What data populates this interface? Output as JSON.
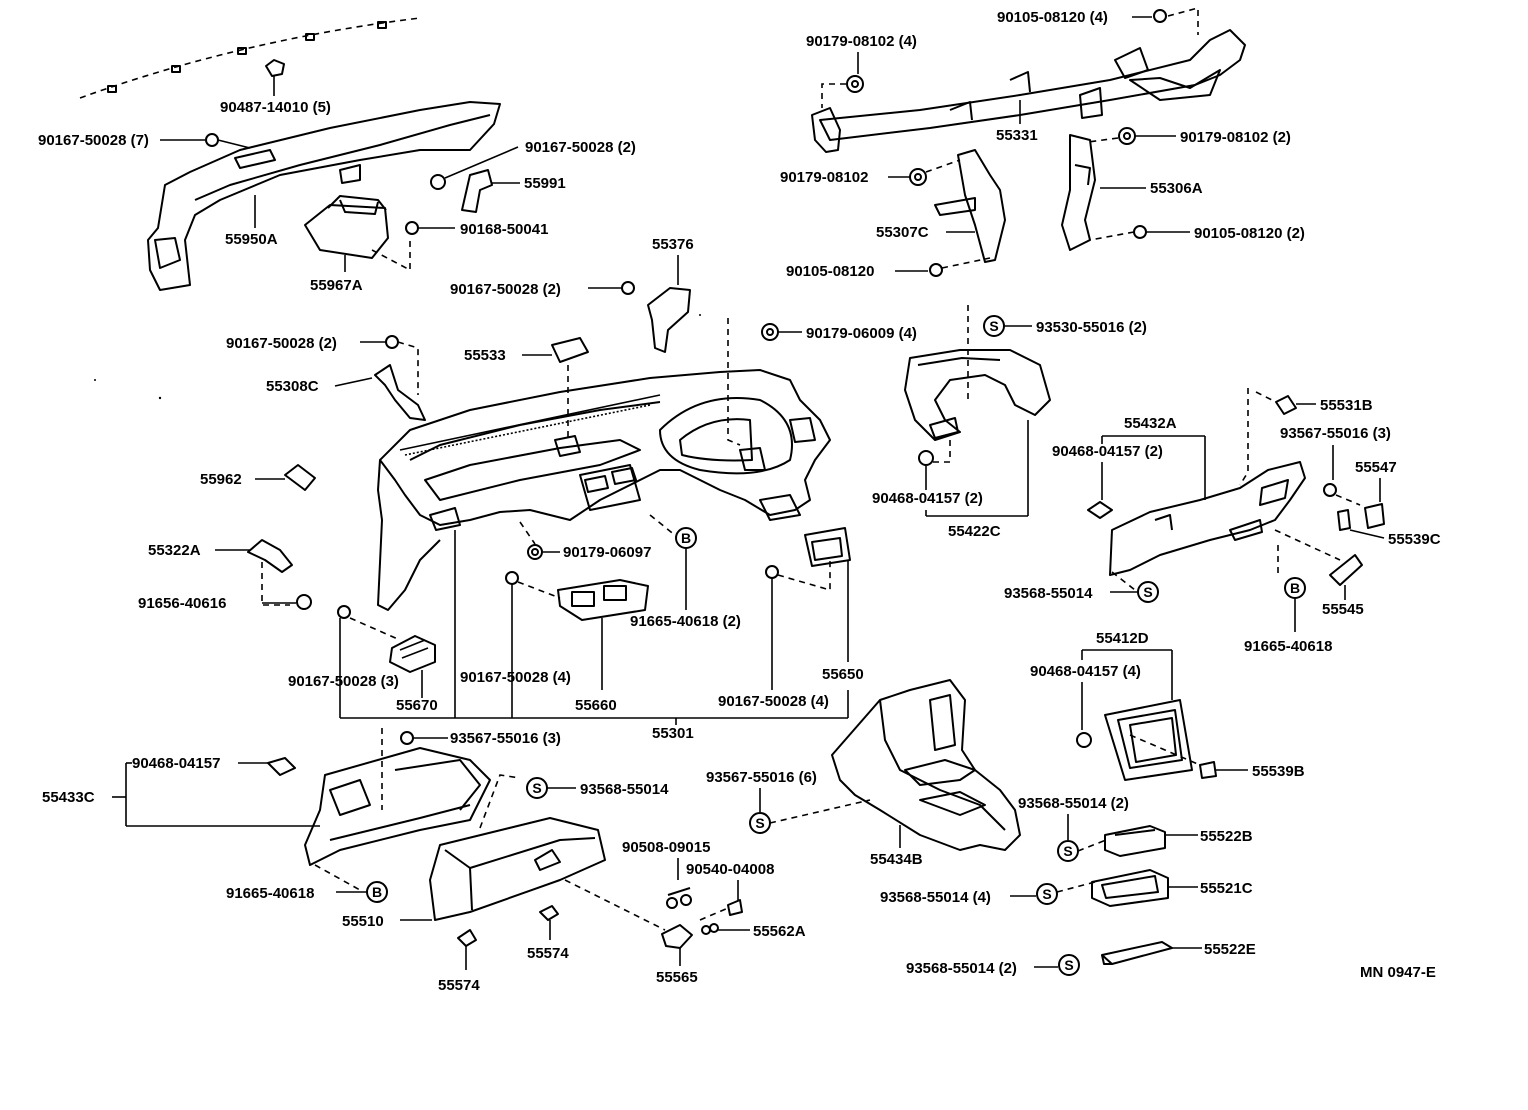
{
  "labels": {
    "p90487_14010": "90487-14010 (5)",
    "p90167_50028_7": "90167-50028 (7)",
    "p90167_50028_2a": "90167-50028 (2)",
    "p55991": "55991",
    "p90168_50041": "90168-50041",
    "p55950A": "55950A",
    "p55967A": "55967A",
    "p90167_50028_2b": "90167-50028 (2)",
    "p55376": "55376",
    "p90167_50028_2c": "90167-50028 (2)",
    "p55533": "55533",
    "p55308C": "55308C",
    "p90179_06009": "90179-06009 (4)",
    "p55962": "55962",
    "p55322A": "55322A",
    "p91656_40616": "91656-40616",
    "p90179_06097": "90179-06097",
    "p91665_40618_2": "91665-40618 (2)",
    "p90167_50028_3": "90167-50028 (3)",
    "p55670": "55670",
    "p90167_50028_4": "90167-50028 (4)",
    "p55660": "55660",
    "p90167_50028_4b": "90167-50028 (4)",
    "p55650": "55650",
    "p55301": "55301",
    "p93567_55016_3": "93567-55016 (3)",
    "p90468_04157_a": "90468-04157",
    "p55433C": "55433C",
    "p93568_55014_a": "93568-55014",
    "p91665_40618_a": "91665-40618",
    "p55510": "55510",
    "p55574_a": "55574",
    "p55574_b": "55574",
    "p90508_09015": "90508-09015",
    "p90540_04008": "90540-04008",
    "p55562A": "55562A",
    "p55565": "55565",
    "p90105_08120_4": "90105-08120 (4)",
    "p90179_08102_4": "90179-08102 (4)",
    "p55331": "55331",
    "p90179_08102_2": "90179-08102 (2)",
    "p90179_08102": "90179-08102",
    "p55306A": "55306A",
    "p55307C": "55307C",
    "p90105_08120_2": "90105-08120 (2)",
    "p90105_08120": "90105-08120",
    "p93530_55016": "93530-55016 (2)",
    "p90468_04157_2a": "90468-04157 (2)",
    "p55422C": "55422C",
    "p55432A": "55432A",
    "p90468_04157_2b": "90468-04157 (2)",
    "p55531B": "55531B",
    "p93567_55016_3b": "93567-55016 (3)",
    "p55547": "55547",
    "p55539C": "55539C",
    "p93568_55014_b": "93568-55014",
    "p55545": "55545",
    "p91665_40618_b": "91665-40618",
    "p55412D": "55412D",
    "p90468_04157_4": "90468-04157 (4)",
    "p55539B": "55539B",
    "p93567_55016_6": "93567-55016 (6)",
    "p93568_55014_2a": "93568-55014 (2)",
    "p55434B": "55434B",
    "p55522B": "55522B",
    "p93568_55014_4": "93568-55014 (4)",
    "p55521C": "55521C",
    "p93568_55014_2b": "93568-55014 (2)",
    "p55522E": "55522E",
    "figure_code": "MN 0947-E"
  },
  "symbols": {
    "s": "S",
    "b": "B"
  }
}
